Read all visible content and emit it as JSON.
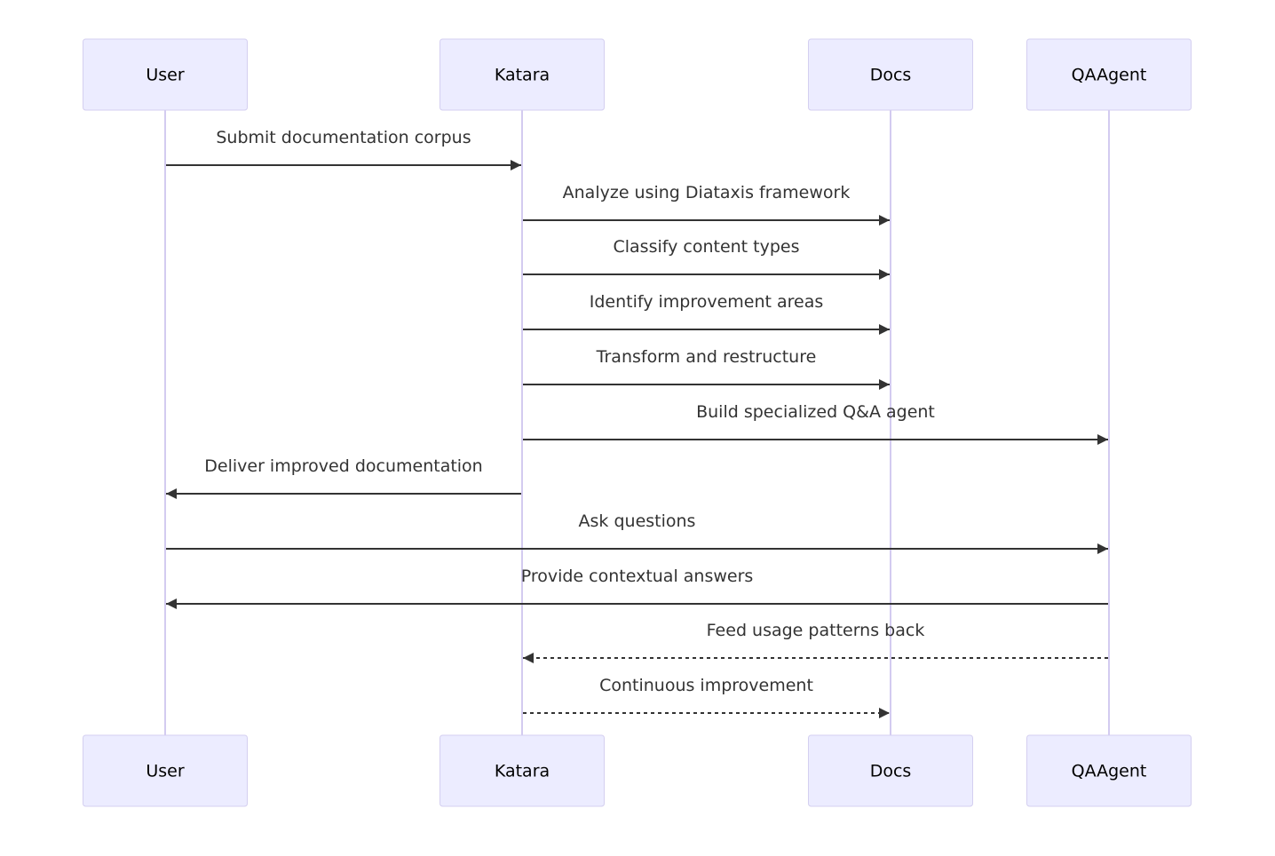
{
  "participants": [
    {
      "id": "User",
      "label": "User"
    },
    {
      "id": "Katara",
      "label": "Katara"
    },
    {
      "id": "Docs",
      "label": "Docs"
    },
    {
      "id": "QAAgent",
      "label": "QAAgent"
    }
  ],
  "messages": [
    {
      "from": "User",
      "to": "Katara",
      "text": "Submit documentation corpus",
      "style": "solid"
    },
    {
      "from": "Katara",
      "to": "Docs",
      "text": "Analyze using Diataxis framework",
      "style": "solid"
    },
    {
      "from": "Katara",
      "to": "Docs",
      "text": "Classify content types",
      "style": "solid"
    },
    {
      "from": "Katara",
      "to": "Docs",
      "text": "Identify improvement areas",
      "style": "solid"
    },
    {
      "from": "Katara",
      "to": "Docs",
      "text": "Transform and restructure",
      "style": "solid"
    },
    {
      "from": "Katara",
      "to": "QAAgent",
      "text": "Build specialized Q&A agent",
      "style": "solid"
    },
    {
      "from": "Katara",
      "to": "User",
      "text": "Deliver improved documentation",
      "style": "solid"
    },
    {
      "from": "User",
      "to": "QAAgent",
      "text": "Ask questions",
      "style": "solid"
    },
    {
      "from": "QAAgent",
      "to": "User",
      "text": "Provide contextual answers",
      "style": "solid"
    },
    {
      "from": "QAAgent",
      "to": "Katara",
      "text": "Feed usage patterns back",
      "style": "dashed"
    },
    {
      "from": "Katara",
      "to": "Docs",
      "text": "Continuous improvement",
      "style": "dashed"
    }
  ],
  "colors": {
    "actor_fill": "#ececff",
    "actor_stroke": "#d4cff0",
    "lifeline": "#d3cbf0",
    "message": "#333333"
  }
}
